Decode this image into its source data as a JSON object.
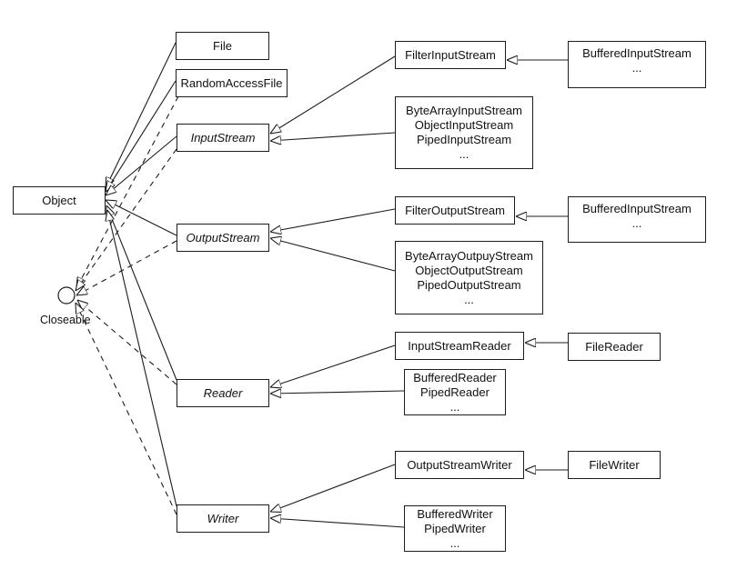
{
  "diagram": {
    "title_hint": "Java IO class hierarchy UML diagram",
    "colors": {
      "background": "#ffffff",
      "line": "#1c1c1c",
      "text": "#111111"
    },
    "nodes": {
      "object": {
        "label": "Object",
        "abstract": false
      },
      "closeable": {
        "label": "Closeable",
        "kind": "interface-lollipop"
      },
      "file": {
        "label": "File"
      },
      "random_access_file": {
        "label": "RandomAccessFile"
      },
      "input_stream": {
        "label": "InputStream",
        "abstract": true
      },
      "output_stream": {
        "label": "OutputStream",
        "abstract": true
      },
      "reader": {
        "label": "Reader",
        "abstract": true
      },
      "writer": {
        "label": "Writer",
        "abstract": true
      },
      "filter_input_stream": {
        "label": "FilterInputStream"
      },
      "buffered_input_stream_1": {
        "label": "BufferedInputStream\n..."
      },
      "input_stream_group": {
        "label": "ByteArrayInputStream\nObjectInputStream\nPipedInputStream\n..."
      },
      "filter_output_stream": {
        "label": "FilterOutputStream"
      },
      "buffered_input_stream_2": {
        "label": "BufferedInputStream\n..."
      },
      "output_stream_group": {
        "label": "ByteArrayOutpuyStream\nObjectOutputStream\nPipedOutputStream\n..."
      },
      "input_stream_reader": {
        "label": "InputStreamReader"
      },
      "file_reader": {
        "label": "FileReader"
      },
      "reader_group": {
        "label": "BufferedReader\nPipedReader\n..."
      },
      "output_stream_writer": {
        "label": "OutputStreamWriter"
      },
      "file_writer": {
        "label": "FileWriter"
      },
      "writer_group": {
        "label": "BufferedWriter\nPipedWriter\n..."
      }
    },
    "edges": {
      "extends": [
        {
          "from": "File",
          "to": "Object"
        },
        {
          "from": "RandomAccessFile",
          "to": "Object"
        },
        {
          "from": "InputStream",
          "to": "Object"
        },
        {
          "from": "OutputStream",
          "to": "Object"
        },
        {
          "from": "Reader",
          "to": "Object"
        },
        {
          "from": "Writer",
          "to": "Object"
        },
        {
          "from": "FilterInputStream",
          "to": "InputStream"
        },
        {
          "from": "ByteArrayInputStream/ObjectInputStream/PipedInputStream",
          "to": "InputStream"
        },
        {
          "from": "BufferedInputStream",
          "to": "FilterInputStream"
        },
        {
          "from": "FilterOutputStream",
          "to": "OutputStream"
        },
        {
          "from": "ByteArrayOutpuyStream/ObjectOutputStream/PipedOutputStream",
          "to": "OutputStream"
        },
        {
          "from": "BufferedInputStream",
          "to": "FilterOutputStream"
        },
        {
          "from": "InputStreamReader",
          "to": "Reader"
        },
        {
          "from": "BufferedReader/PipedReader",
          "to": "Reader"
        },
        {
          "from": "FileReader",
          "to": "InputStreamReader"
        },
        {
          "from": "OutputStreamWriter",
          "to": "Writer"
        },
        {
          "from": "BufferedWriter/PipedWriter",
          "to": "Writer"
        },
        {
          "from": "FileWriter",
          "to": "OutputStreamWriter"
        }
      ],
      "implements": [
        {
          "from": "RandomAccessFile",
          "to": "Closeable"
        },
        {
          "from": "InputStream",
          "to": "Closeable"
        },
        {
          "from": "OutputStream",
          "to": "Closeable"
        },
        {
          "from": "Reader",
          "to": "Closeable"
        },
        {
          "from": "Writer",
          "to": "Closeable"
        }
      ]
    }
  }
}
